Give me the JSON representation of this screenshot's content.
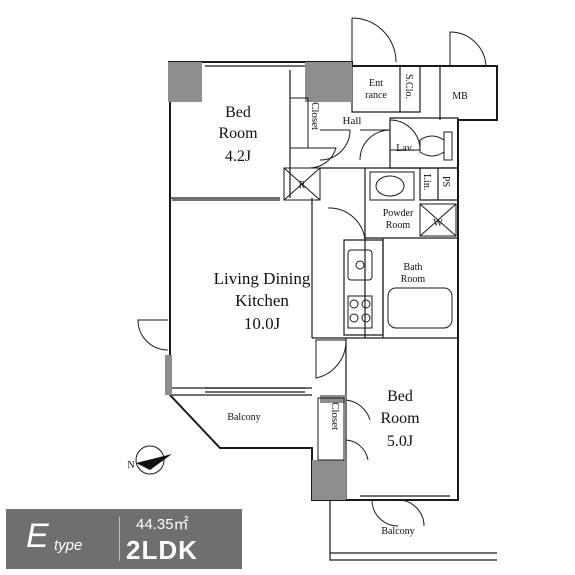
{
  "rooms": {
    "bed1": {
      "name_l1": "Bed",
      "name_l2": "Room",
      "size": "4.2J"
    },
    "bed2": {
      "name_l1": "Bed",
      "name_l2": "Room",
      "size": "5.0J"
    },
    "ldk": {
      "name_l1": "Living Dining",
      "name_l2": "Kitchen",
      "size": "10.0J"
    },
    "closet1": "Closet",
    "closet2": "Closet",
    "hall": "Hall",
    "entrance_l1": "Ent",
    "entrance_l2": "rance",
    "shoe_closet": "S.Clo.",
    "mb": "MB",
    "lav": "Lav.",
    "lin": "Lin.",
    "ps": "PS",
    "powder_l1": "Powder",
    "powder_l2": "Room",
    "bath_l1": "Bath",
    "bath_l2": "Room",
    "balcony1": "Balcony",
    "balcony2": "Balcony",
    "refrigerator": "R",
    "washer": "W"
  },
  "compass": {
    "label": "N"
  },
  "unit": {
    "type_letter": "E",
    "type_suffix": "type",
    "area": "44.35㎡",
    "layout": "2LDK"
  },
  "colors": {
    "wall": "#8e8e8e",
    "line": "#1a1a1a",
    "banner": "#6f6f6f"
  }
}
